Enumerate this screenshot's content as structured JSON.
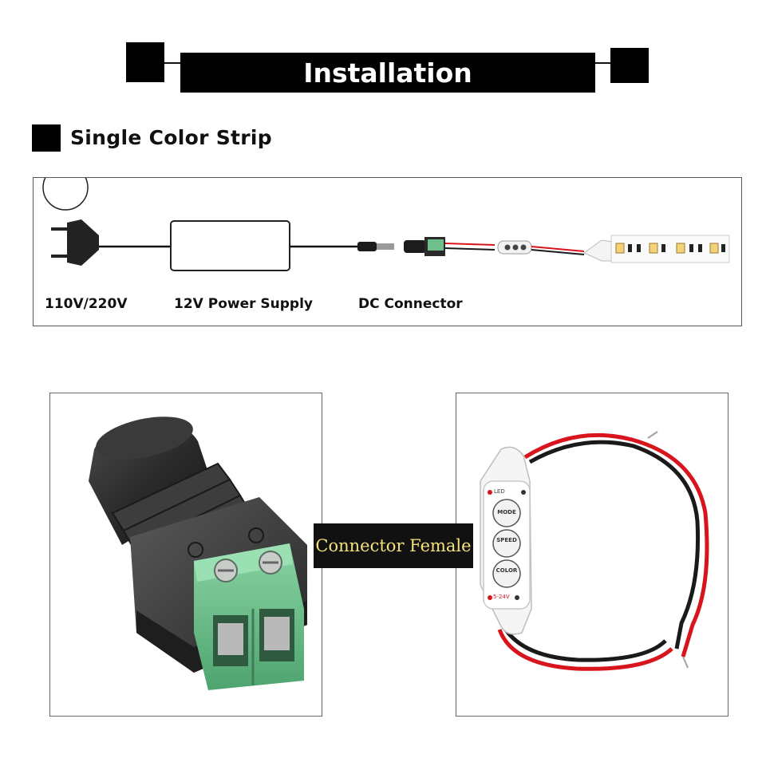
{
  "header": {
    "title": "Installation"
  },
  "section": {
    "title": "Single Color Strip"
  },
  "diagram": {
    "labels": {
      "mains": "110V/220V",
      "power_supply": "12V Power Supply",
      "dc_connector": "DC Connector"
    }
  },
  "product": {
    "caption": "Connector Female",
    "controller_buttons": [
      "MODE",
      "SPEED",
      "COLOR"
    ],
    "controller_marks": {
      "top": "LED",
      "bottom": "5-24V"
    }
  },
  "colors": {
    "wire_red": "#d8141c",
    "wire_black": "#1a1a1a",
    "terminal_green": "#6fbf8a",
    "caption_text": "#f4e27a"
  }
}
